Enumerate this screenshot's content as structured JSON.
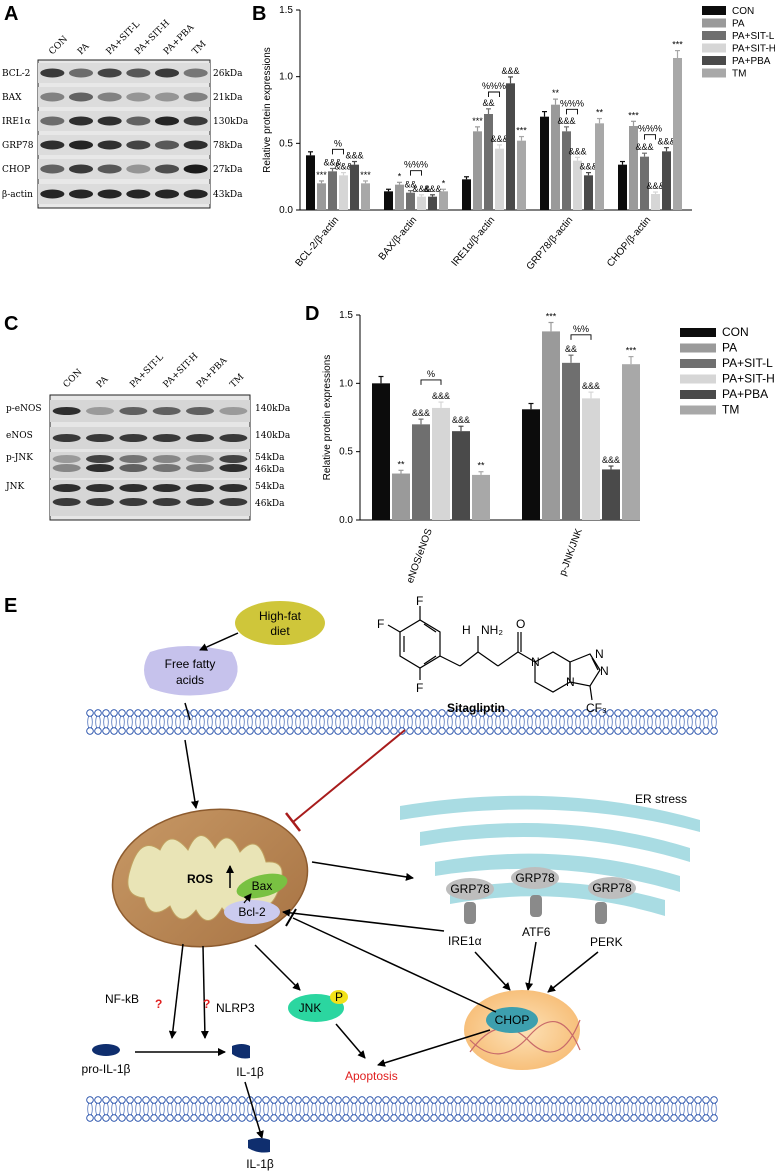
{
  "panels": {
    "a": "A",
    "b": "B",
    "c": "C",
    "d": "D",
    "e": "E"
  },
  "blot_a": {
    "lanes": [
      "CON",
      "PA",
      "PA+SIT-L",
      "PA+SIT-H",
      "PA+PBA",
      "TM"
    ],
    "rows": [
      {
        "label": "BCL-2",
        "kda": "26kDa"
      },
      {
        "label": "BAX",
        "kda": "21kDa"
      },
      {
        "label": "IRE1α",
        "kda": "130kDa"
      },
      {
        "label": "GRP78",
        "kda": "78kDa"
      },
      {
        "label": "CHOP",
        "kda": "27kDa"
      },
      {
        "label": "β-actin",
        "kda": "43kDa"
      }
    ]
  },
  "blot_c": {
    "lanes": [
      "CON",
      "PA",
      "PA+SIT-L",
      "PA+SIT-H",
      "PA+PBA",
      "TM"
    ],
    "rows": [
      {
        "label": "p-eNOS",
        "kda": "140kDa"
      },
      {
        "label": "eNOS",
        "kda": "140kDa"
      },
      {
        "label": "p-JNK",
        "kda": "54kDa"
      },
      {
        "label": "",
        "kda": "46kDa"
      },
      {
        "label": "JNK",
        "kda": "54kDa"
      },
      {
        "label": "",
        "kda": "46kDa"
      }
    ]
  },
  "series_colors": [
    "#0c0c0c",
    "#9a9a9a",
    "#6f6f6f",
    "#d6d6d6",
    "#4a4a4a",
    "#a8a8a8"
  ],
  "chart_data": [
    {
      "type": "bar",
      "categories": [
        "BCL-2/β-actin",
        "BAX/β-actin",
        "IRE1α/β-actin",
        "GRP78/β-actin",
        "CHOP/β-actin"
      ],
      "series": [
        {
          "name": "CON",
          "values": [
            0.41,
            0.14,
            0.23,
            0.7,
            0.34
          ]
        },
        {
          "name": "PA",
          "values": [
            0.2,
            0.19,
            0.59,
            0.79,
            0.63
          ]
        },
        {
          "name": "PA+SIT-L",
          "values": [
            0.29,
            0.13,
            0.72,
            0.59,
            0.4
          ]
        },
        {
          "name": "PA+SIT-H",
          "values": [
            0.26,
            0.1,
            0.46,
            0.37,
            0.12
          ]
        },
        {
          "name": "PA+PBA",
          "values": [
            0.34,
            0.1,
            0.95,
            0.26,
            0.44
          ]
        },
        {
          "name": "TM",
          "values": [
            0.2,
            0.14,
            0.52,
            0.65,
            1.14
          ]
        }
      ],
      "ylabel": "Relative protein expressions",
      "ylim": [
        0,
        1.5
      ],
      "yticks": [
        "0.0",
        "0.5",
        "1.0",
        "1.5"
      ],
      "legend": "right",
      "annotations": [
        [
          "***",
          "&&&",
          "&&&",
          "&&&",
          "***"
        ],
        [
          "*",
          "&&",
          "&&&",
          "&&&",
          "*"
        ],
        [
          "***",
          "&&",
          "&&&",
          "&&&",
          "***"
        ],
        [
          "**",
          "&&&",
          "&&&",
          "&&&",
          "**"
        ],
        [
          "***",
          "&&&",
          "&&&",
          "&&&",
          "***"
        ]
      ],
      "brackets": [
        "%",
        "%%%",
        "%%%",
        "%%%",
        "%%%"
      ]
    },
    {
      "type": "bar",
      "categories": [
        "eNOS/eNOS",
        "p-JNK/JNK"
      ],
      "series": [
        {
          "name": "CON",
          "values": [
            1.0,
            0.81
          ]
        },
        {
          "name": "PA",
          "values": [
            0.34,
            1.38
          ]
        },
        {
          "name": "PA+SIT-L",
          "values": [
            0.7,
            1.15
          ]
        },
        {
          "name": "PA+SIT-H",
          "values": [
            0.82,
            0.89
          ]
        },
        {
          "name": "PA+PBA",
          "values": [
            0.65,
            0.37
          ]
        },
        {
          "name": "TM",
          "values": [
            0.33,
            1.14
          ]
        }
      ],
      "ylabel": "Relative protein expressions",
      "ylim": [
        0,
        1.5
      ],
      "yticks": [
        "0.0",
        "0.5",
        "1.0",
        "1.5"
      ],
      "legend": "right",
      "annotations": [
        [
          "**",
          "&&&",
          "&&&",
          "&&&",
          "**"
        ],
        [
          "***",
          "&&",
          "&&&",
          "&&&",
          "***"
        ]
      ],
      "brackets": [
        "%",
        "%%"
      ]
    }
  ],
  "diagram": {
    "high_fat_1": "High-fat",
    "high_fat_2": "diet",
    "ffa_1": "Free fatty",
    "ffa_2": "acids",
    "sitagliptin": "Sitagliptin",
    "er_stress": "ER stress",
    "grp78": "GRP78",
    "ros": "ROS",
    "bax": "Bax",
    "bcl2": "Bcl-2",
    "ire1a": "IRE1α",
    "atf6": "ATF6",
    "perk": "PERK",
    "nfkb": "NF-kB",
    "nlrp3": "NLRP3",
    "question": "?",
    "jnk": "JNK",
    "p": "P",
    "chop": "CHOP",
    "pro_il1b": "pro-IL-1β",
    "il1b": "IL-1β",
    "apoptosis": "Apoptosis",
    "chem_f": "F",
    "chem_h": "H",
    "chem_nh2": "NH₂",
    "chem_o": "O",
    "chem_n": "N",
    "chem_cf3": "CF₃"
  }
}
